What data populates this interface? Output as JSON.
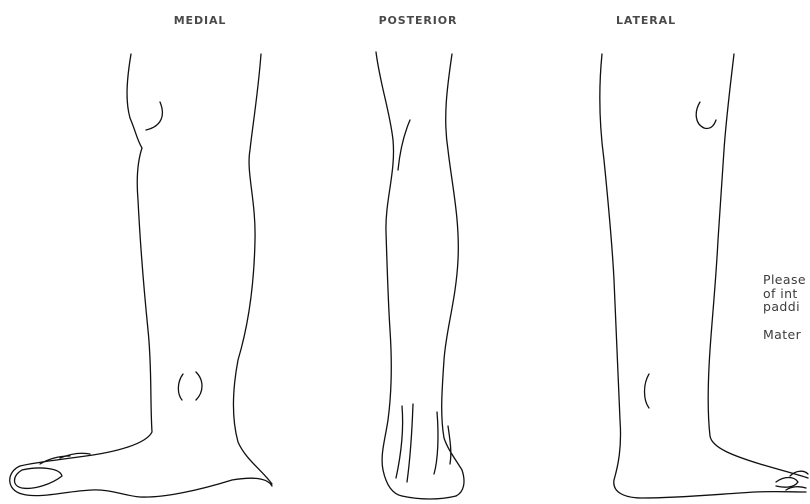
{
  "views": {
    "medial": "MEDIAL",
    "posterior": "POSTERIOR",
    "lateral": "LATERAL"
  },
  "notes": {
    "instructions_line1": "Please",
    "instructions_line2": "of int",
    "instructions_line3": "paddi",
    "material": "Mater"
  },
  "colors": {
    "line": "#111111",
    "label": "#4a4a4a",
    "note_text": "#3c3c3c",
    "background": "#ffffff"
  }
}
